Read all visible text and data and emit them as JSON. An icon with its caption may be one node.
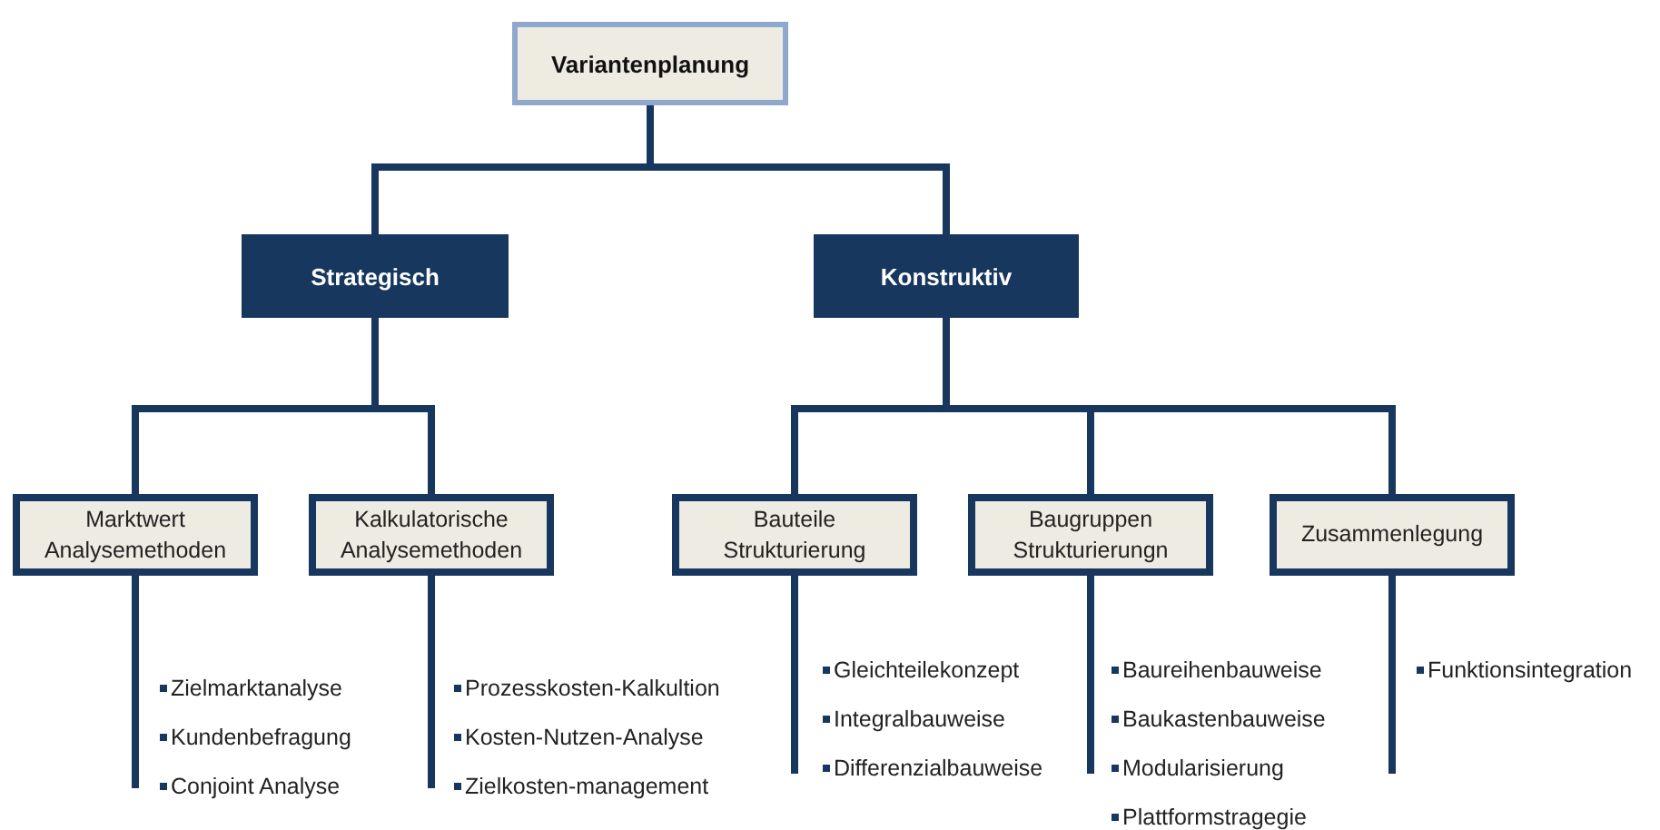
{
  "diagram": {
    "nodes": [
      {
        "text": [
          "Variantenplanung"
        ]
      },
      {
        "text": [
          "Strategisch"
        ]
      },
      {
        "text": [
          "Konstruktiv"
        ]
      },
      {
        "text": [
          "Marktwert Analysemethoden"
        ],
        "beside": [
          "Zielmarktanalyse",
          "Kundenbefragung",
          "Conjoint Analyse"
        ]
      },
      {
        "text": [
          "Kalkulatorische Analysemethoden"
        ],
        "beside": [
          "Prozesskosten-Kalkultion",
          "Kosten-Nutzen-Analyse",
          "Zielkosten-management"
        ]
      },
      {
        "text": [
          "Bauteile Strukturierung"
        ],
        "beside": [
          "Gleichteilekonzept",
          "Integralbauweise",
          "Differenzialbauweise"
        ]
      },
      {
        "text": [
          "Baugruppen Strukturierungn"
        ],
        "beside": [
          "Baureihenbauweise",
          "Baukastenbauweise",
          "Modularisierung",
          "Plattformstragegie"
        ]
      },
      {
        "text": [
          "Zusammenlegung"
        ],
        "beside": [
          "Funktionsintegration"
        ]
      }
    ],
    "edges": [
      {
        "from": 0,
        "to": 1,
        "arrow": "none"
      },
      {
        "from": 0,
        "to": 2,
        "arrow": "none"
      },
      {
        "from": 1,
        "to": 3,
        "arrow": "none"
      },
      {
        "from": 1,
        "to": 4,
        "arrow": "none"
      },
      {
        "from": 2,
        "to": 5,
        "arrow": "none"
      },
      {
        "from": 2,
        "to": 6,
        "arrow": "none"
      },
      {
        "from": 2,
        "to": 7,
        "arrow": "none"
      },
      {
        "from": 3,
        "to": null,
        "arrow": "none"
      },
      {
        "from": 4,
        "to": null,
        "arrow": "none"
      },
      {
        "from": 5,
        "to": null,
        "arrow": "none"
      },
      {
        "from": 6,
        "to": null,
        "arrow": "none"
      },
      {
        "from": 7,
        "to": null,
        "arrow": "none"
      }
    ]
  }
}
